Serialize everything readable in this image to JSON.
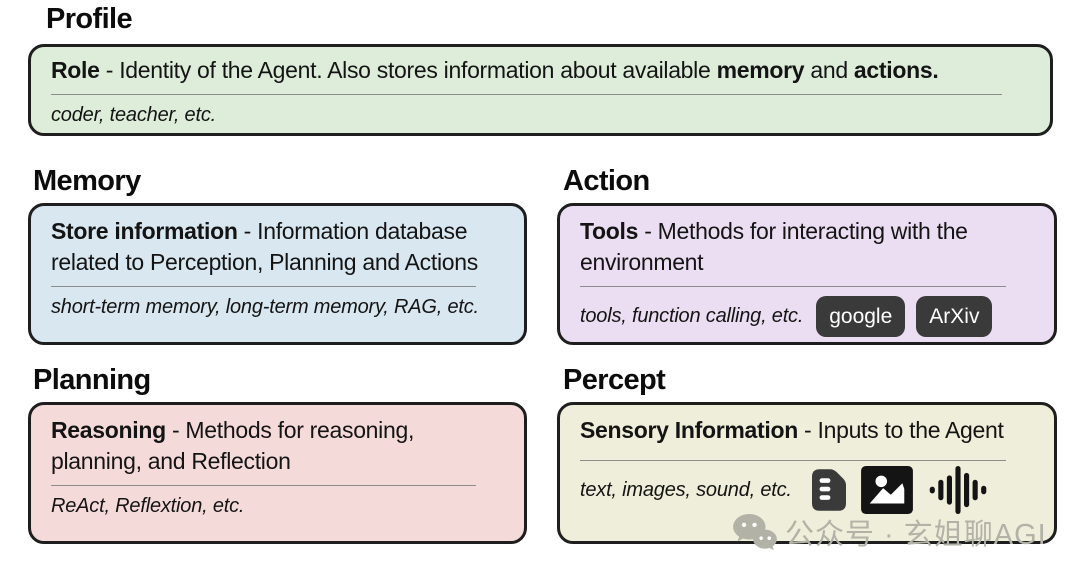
{
  "colors": {
    "profile-bg": "#ddedda",
    "memory-bg": "#d9e7f0",
    "action-bg": "#ecdef2",
    "planning-bg": "#f5dada",
    "percept-bg": "#eeeeda",
    "card-border": "#1e1e1e",
    "divider": "#8c8c8c",
    "chip-bg": "#3a3a3a",
    "chip-text": "#ffffff",
    "watermark": "#b2b2a7"
  },
  "profile": {
    "heading": "Profile",
    "term": "Role",
    "rest_1": " - Identity of the Agent. Also stores information about available ",
    "strong_memory": "memory",
    "rest_2": " and ",
    "strong_actions": "actions.",
    "examples": "coder, teacher, etc."
  },
  "memory": {
    "heading": "Memory",
    "term": "Store information",
    "rest": " - Information database related to Perception, Planning and Actions",
    "examples": "short-term memory, long-term memory, RAG, etc."
  },
  "action": {
    "heading": "Action",
    "term": "Tools",
    "rest": " - Methods for interacting with the environment",
    "examples": "tools, function calling, etc.",
    "buttons": [
      {
        "label": "google"
      },
      {
        "label": "ArXiv"
      }
    ]
  },
  "planning": {
    "heading": "Planning",
    "term": "Reasoning",
    "rest": " - Methods for reasoning, planning, and Reflection",
    "examples": "ReAct, Reflextion, etc."
  },
  "percept": {
    "heading": "Percept",
    "term": "Sensory Information",
    "rest": " - Inputs to the Agent",
    "examples": "text, images, sound, etc.",
    "icons": [
      "document-icon",
      "image-icon",
      "audio-waveform-icon"
    ]
  },
  "watermark": {
    "icon": "wechat-icon",
    "text": "公众号 · 玄姐聊AGI"
  }
}
